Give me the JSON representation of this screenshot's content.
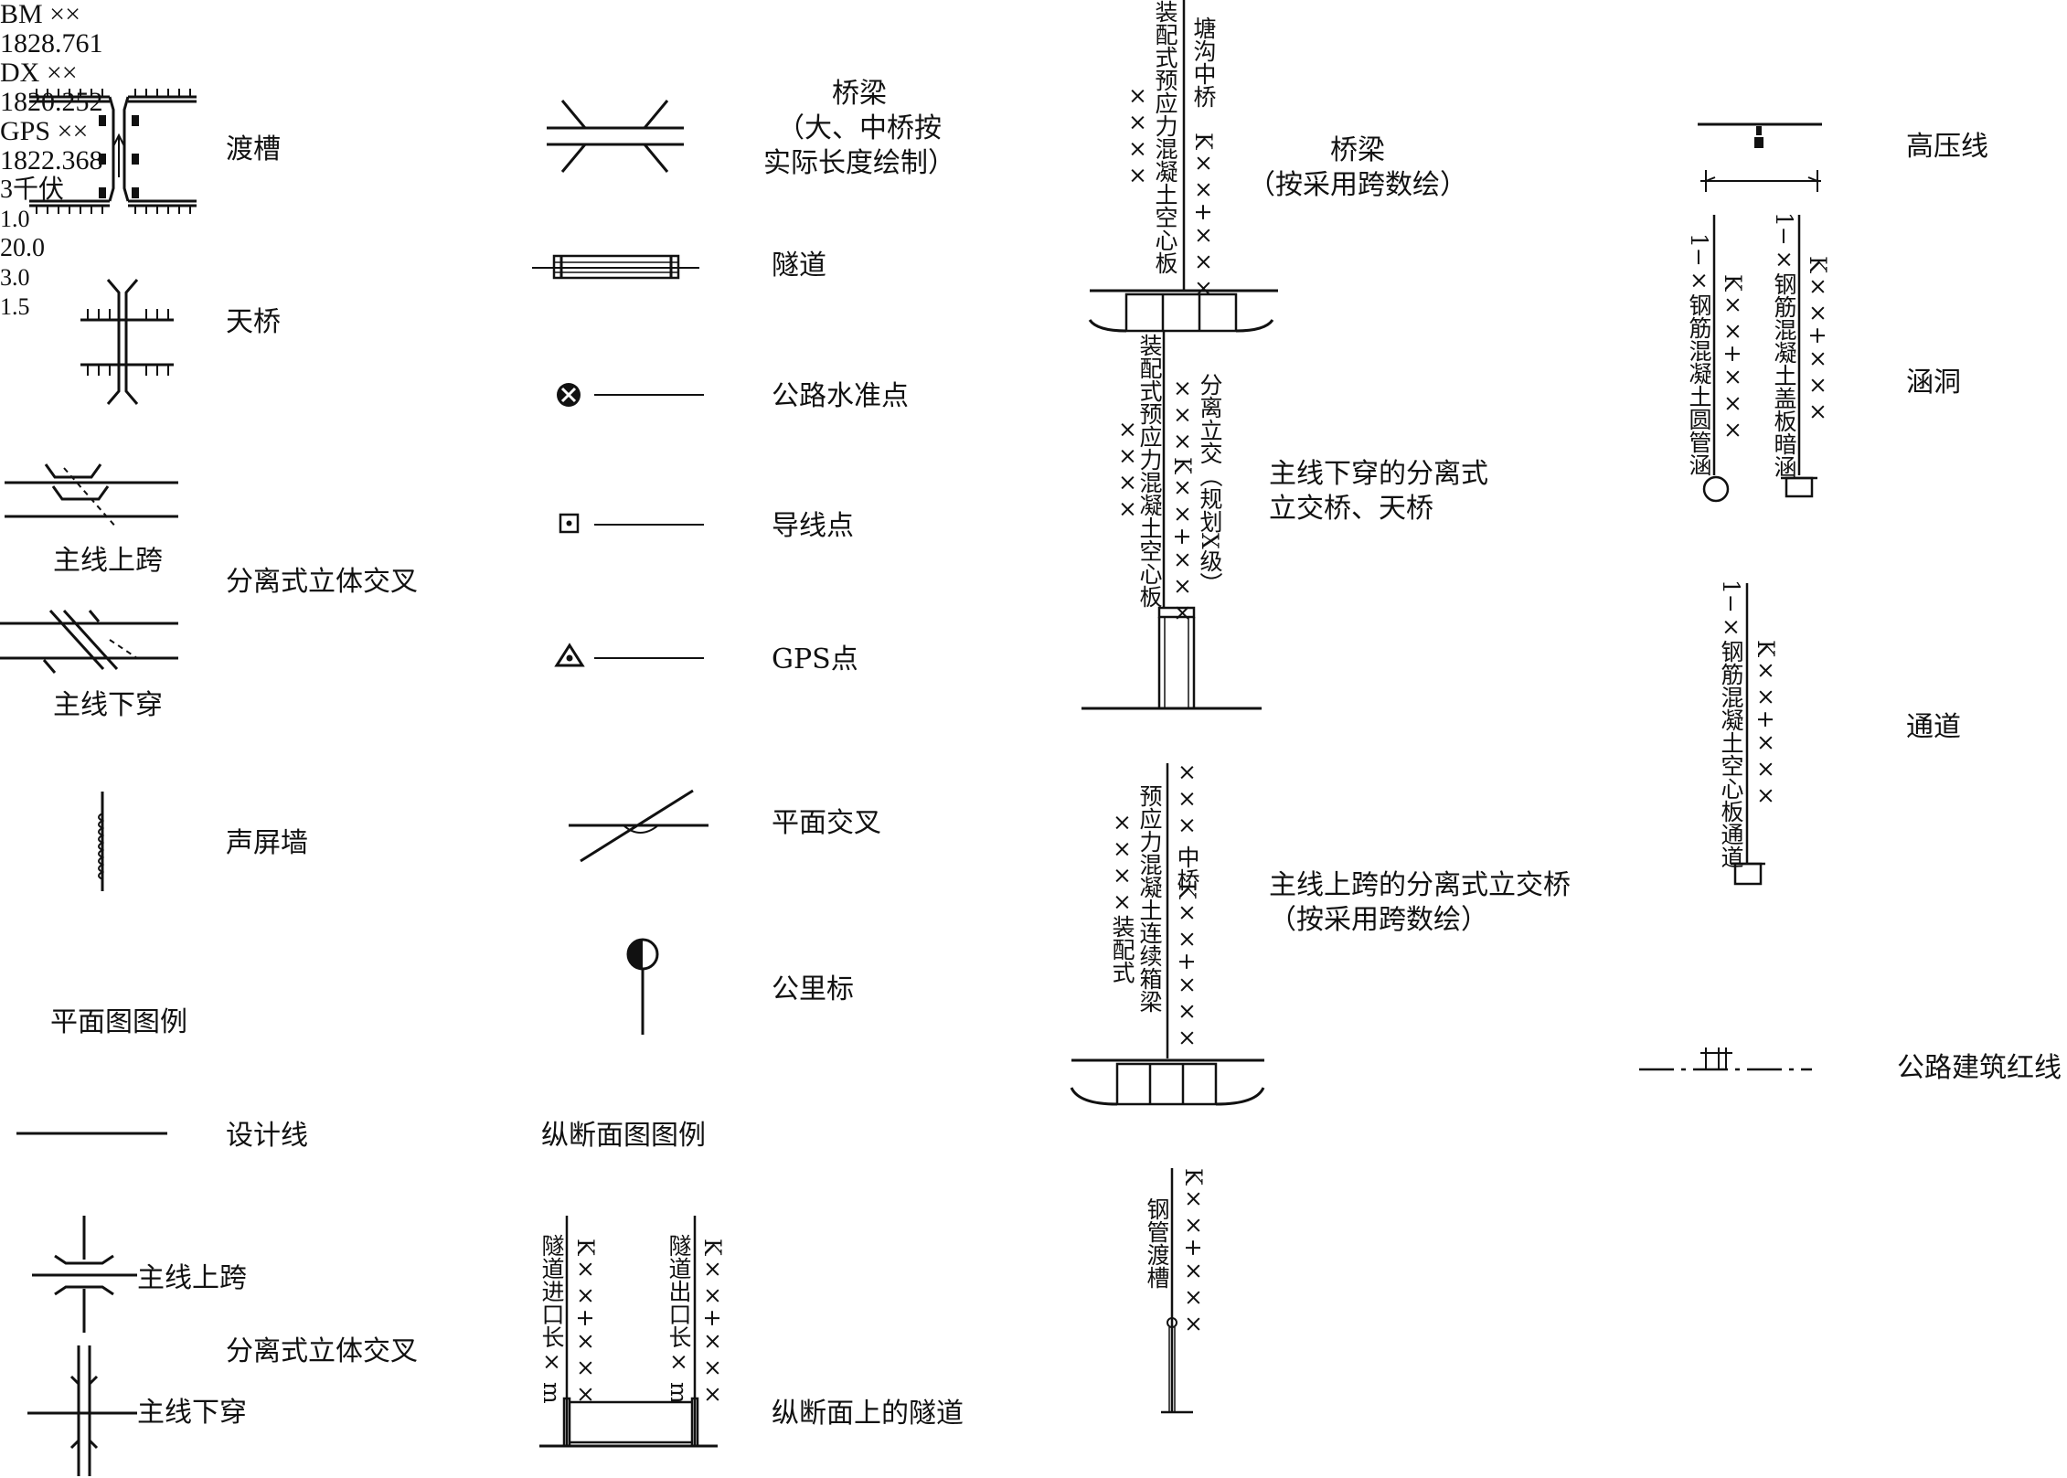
{
  "col1": {
    "ducao": "渡槽",
    "tianqiao": "天桥",
    "zhuxian_shangkua": "主线上跨",
    "fenli_lijiao": "分离式立体交叉",
    "zhuxian_xiachuan": "主线下穿",
    "shengpingqiang": "声屏墙",
    "pingmian_tuli": "平面图图例",
    "shejixian": "设计线",
    "zhuxian_shangkua_2": "主线上跨",
    "fenli_lijiao_2": "分离式立体交叉",
    "zhuxian_xiachuan_2": "主线下穿"
  },
  "col2": {
    "qiaoliang_lines": [
      "桥梁",
      "（大、中桥按",
      "实际长度绘制）"
    ],
    "suidao": "隧道",
    "bm_top": "BM ××",
    "bm_bottom": "1828.761",
    "shuizhundian": "公路水准点",
    "dx_top": "DX ××",
    "dx_bottom": "1820.252",
    "daoxiandian": "导线点",
    "gps_top": "GPS ××",
    "gps_bottom": "1822.368",
    "gpsdian": "GPS点",
    "pingmian_jiaocha": "平面交叉",
    "gonglibiao": "公里标",
    "zongduanmian_tuli": "纵断面图图例",
    "tunnel_in_left": "隧道进口长× m",
    "tunnel_in_right": "K××+×××",
    "tunnel_out_left": "隧道出口长× m",
    "tunnel_out_right": "K××+×××",
    "zongduanmian_suidao": "纵断面上的隧道"
  },
  "col3": {
    "bridge1_a": "××××",
    "bridge1_b": "装配式预应力混凝土空心板",
    "bridge1_c": "K××+×××",
    "bridge1_d": "塘沟中桥",
    "qiaoliang_lines": [
      "桥梁",
      "（按采用跨数绘）"
    ],
    "bridge2_a": "××××",
    "bridge2_b": "装配式预应力混凝土空心板",
    "bridge2_c": "K××+×××",
    "bridge2_d": "×××",
    "bridge2_e": "分离立交（规划X级）",
    "xiachuan_lines": [
      "主线下穿的分离式",
      "立交桥、天桥"
    ],
    "bridge3_a": "××××装配式",
    "bridge3_b": "预应力混凝土连续箱梁",
    "bridge3_c": "K××+×××",
    "bridge3_d": "××× 中桥",
    "shangkua_lines": [
      "主线上跨的分离式立交桥",
      "（按采用跨数绘）"
    ],
    "pipe_a": "钢管渡槽",
    "pipe_b": "K××+×××"
  },
  "col4": {
    "hv_top": "3千伏",
    "hv_mid": "1.0",
    "hv_bottom": "20.0",
    "gaoyaxian": "高压线",
    "culvert1_a": "1−×钢筋混凝土圆管涵",
    "culvert1_b": "K××+×××",
    "culvert2_a": "1−×钢筋混凝土盖板暗涵",
    "culvert2_b": "K××+×××",
    "handong": "涵洞",
    "passage_a": "1−×钢筋混凝土空心板通道",
    "passage_b": "K××+×××",
    "tongdao": "通道",
    "red_a": "3.0",
    "red_b": "1.5",
    "hongxian": "公路建筑红线"
  }
}
